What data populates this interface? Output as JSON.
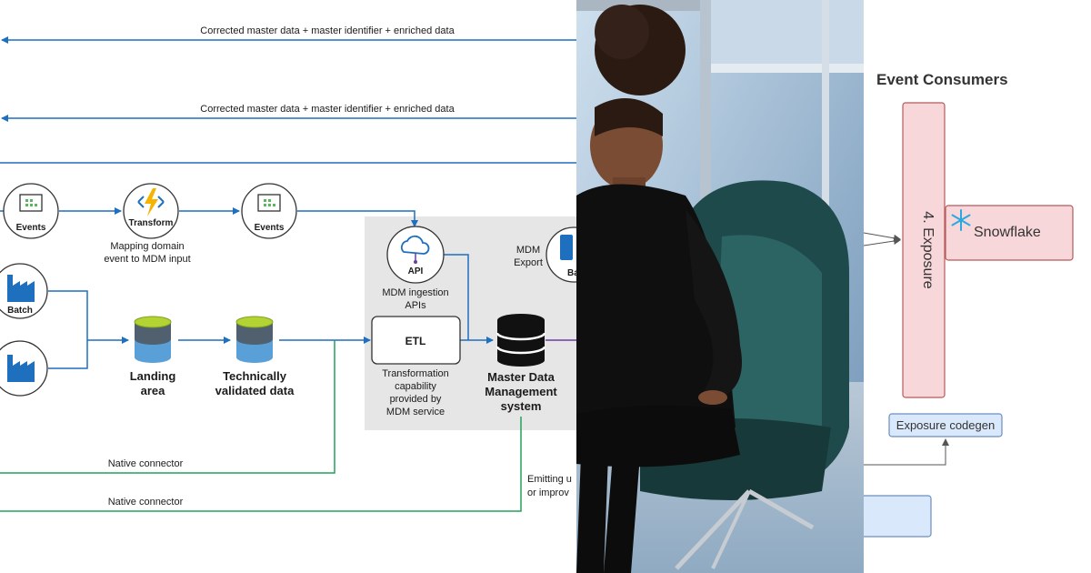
{
  "left_diagram": {
    "top_flow_1_label": "Corrected master data + master identifier + enriched data",
    "top_flow_2_label": "Corrected master data + master identifier + enriched data",
    "events_1_label": "Events",
    "transform_label": "Transform",
    "events_2_label": "Events",
    "mapping_note_line1": "Mapping domain",
    "mapping_note_line2": "event to MDM input",
    "api_label": "API",
    "ingestion_line1": "MDM ingestion",
    "ingestion_line2": "APIs",
    "export_line1": "MDM",
    "export_line2": "Export",
    "export_batch_label": "Ba",
    "batch_label": "Batch",
    "landing_line1": "Landing",
    "landing_line2": "area",
    "validated_line1": "Technically",
    "validated_line2": "validated data",
    "etl_label": "ETL",
    "etl_note_line1": "Transformation",
    "etl_note_line2": "capability",
    "etl_note_line3": "provided by",
    "etl_note_line4": "MDM service",
    "mdm_line1": "Master Data",
    "mdm_line2": "Management",
    "mdm_line3": "system",
    "native_connector_1": "Native connector",
    "native_connector_2": "Native connector",
    "emitting_line1": "Emitting u",
    "emitting_line2": "or improv"
  },
  "right_diagram": {
    "title": "Event Consumers",
    "exposure_label": "4. Exposure",
    "snowflake_label": "Snowflake",
    "codegen_label": "Exposure codegen"
  },
  "colors": {
    "flow_blue": "#1f6fbf",
    "connector_green": "#22a05a",
    "mdm_panel_gray": "#e6e6e6",
    "exposure_pink": "#f8d7da",
    "codegen_blue": "#dae8fc"
  },
  "icons": {
    "events": "event-hub-icon",
    "transform": "function-lightning-icon",
    "api": "cloud-api-icon",
    "batch": "factory-icon",
    "storage": "storage-cylinder-icon",
    "database": "database-stack-icon",
    "snowflake": "snowflake-icon"
  }
}
